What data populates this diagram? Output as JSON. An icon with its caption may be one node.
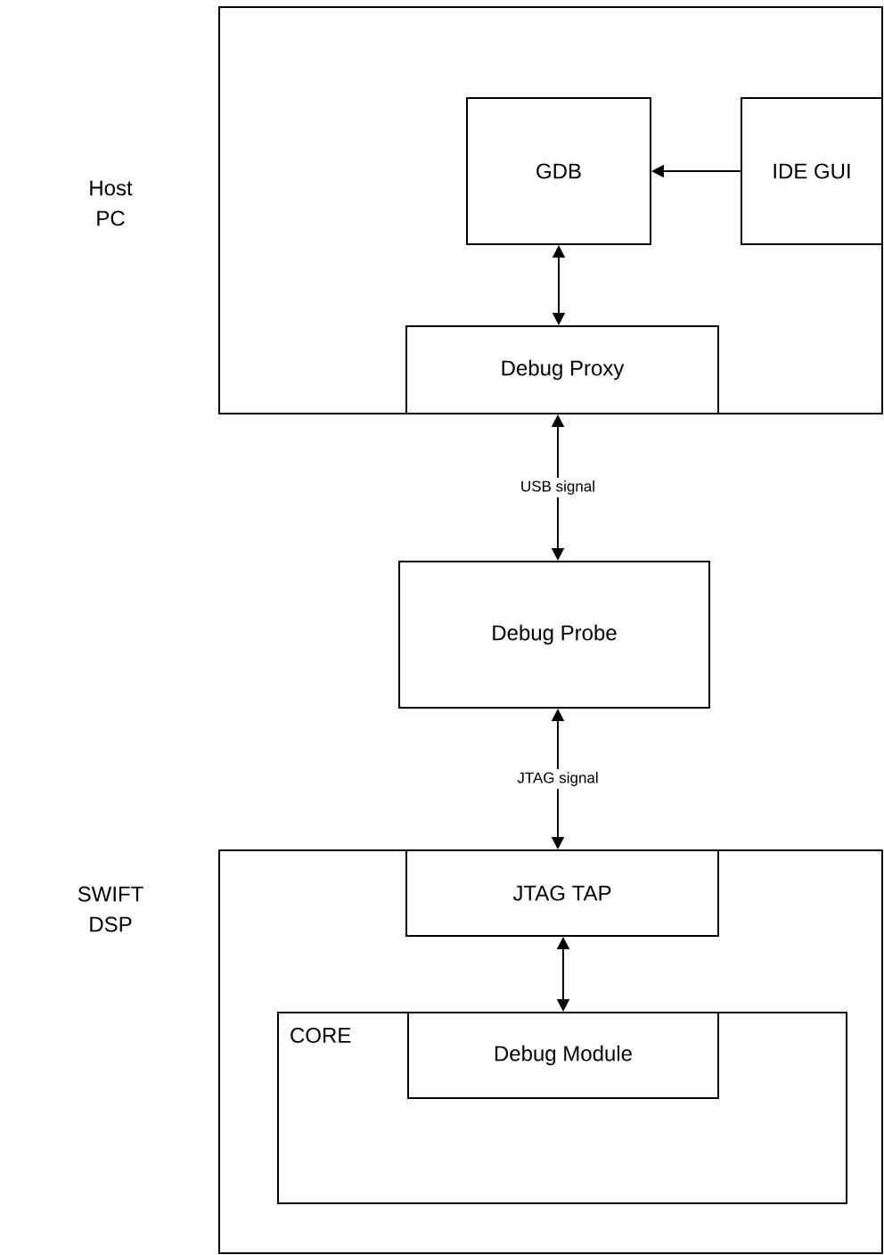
{
  "diagram": {
    "nodes": [
      {
        "text": [
          "Host PC"
        ]
      },
      {
        "text": [
          "GDB"
        ],
        "in": 0
      },
      {
        "text": [
          "IDE GUI"
        ],
        "in": 0
      },
      {
        "text": [
          "Debug Proxy"
        ],
        "in": 0
      },
      {
        "text": [
          "Debug Probe"
        ]
      },
      {
        "text": [
          "SWIFT DSP"
        ]
      },
      {
        "text": [
          "JTAG TAP"
        ],
        "in": 5
      },
      {
        "text": [
          "CORE"
        ],
        "in": 5
      },
      {
        "text": [
          "Debug Module"
        ],
        "in": 7
      }
    ],
    "edges": [
      {
        "from": 2,
        "to": 1,
        "arrow": "to"
      },
      {
        "from": 1,
        "to": 3,
        "arrow": "both"
      },
      {
        "from": 3,
        "to": 4,
        "arrow": "both",
        "label": "USB signal"
      },
      {
        "from": 4,
        "to": 6,
        "arrow": "both",
        "label": "JTAG signal"
      },
      {
        "from": 6,
        "to": 8,
        "arrow": "both"
      }
    ]
  }
}
